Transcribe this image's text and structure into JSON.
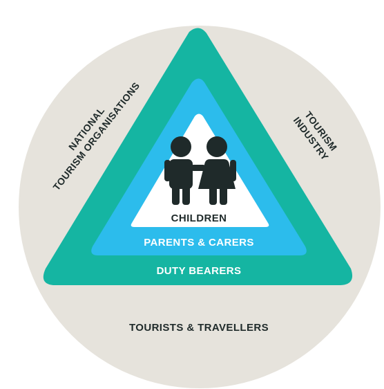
{
  "diagram": {
    "outer_circle_label": "TOURISTS & TRAVELLERS",
    "left_side_label_line1": "NATIONAL",
    "left_side_label_line2": "TOURISM ORGANISATIONS",
    "right_side_label_line1": "TOURISM",
    "right_side_label_line2": "INDUSTRY",
    "layers": [
      {
        "label": "DUTY BEARERS"
      },
      {
        "label": "PARENTS & CARERS"
      },
      {
        "label": "CHILDREN"
      }
    ],
    "center_icon": "two-children-icon"
  },
  "colors": {
    "outer_circle": "#e6e3dc",
    "outer_triangle": "#15b5a2",
    "middle_triangle": "#2cbcec",
    "inner_triangle": "#ffffff",
    "dark_text": "#1f2a2a",
    "light_text": "#ffffff"
  }
}
